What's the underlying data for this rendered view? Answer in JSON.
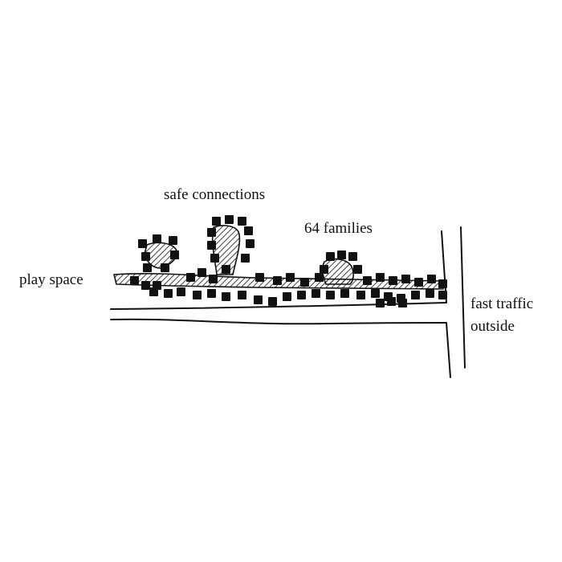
{
  "labels": {
    "safe_connections": "safe connections",
    "families": "64 families",
    "play_space": "play space",
    "fast_traffic": "fast traffic",
    "outside": "outside"
  },
  "colors": {
    "ink": "#111111",
    "background": "#ffffff"
  }
}
